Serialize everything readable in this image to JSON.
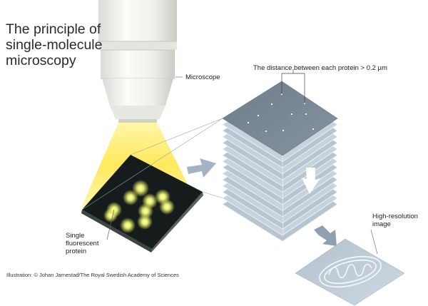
{
  "title_lines": [
    "The principle of",
    "single-molecule",
    "microscopy"
  ],
  "labels": {
    "microscope": "Microscope",
    "distance": "The distance between each protein > 0.2 µm",
    "high_resolution": [
      "High-resolution",
      "image"
    ],
    "single_protein": [
      "Single",
      "fluorescent",
      "protein"
    ]
  },
  "credit": "Illustration: © Johan Jarnestad/The Royal Swedish Academy of Sciences",
  "colors": {
    "light_beam": "#ffe85a",
    "sample_plate": "#151c1b",
    "fluorescent_glow": "#e6f06a",
    "stack_top": "#7c8a98",
    "stack_layer": "#b9c7d3",
    "arrow": "#9fb0be",
    "result_image": "#c3d0da"
  },
  "stack_layer_count": 14,
  "icons": [
    "microscope-objective",
    "right-arrow",
    "down-arrow",
    "diagonal-arrow"
  ]
}
